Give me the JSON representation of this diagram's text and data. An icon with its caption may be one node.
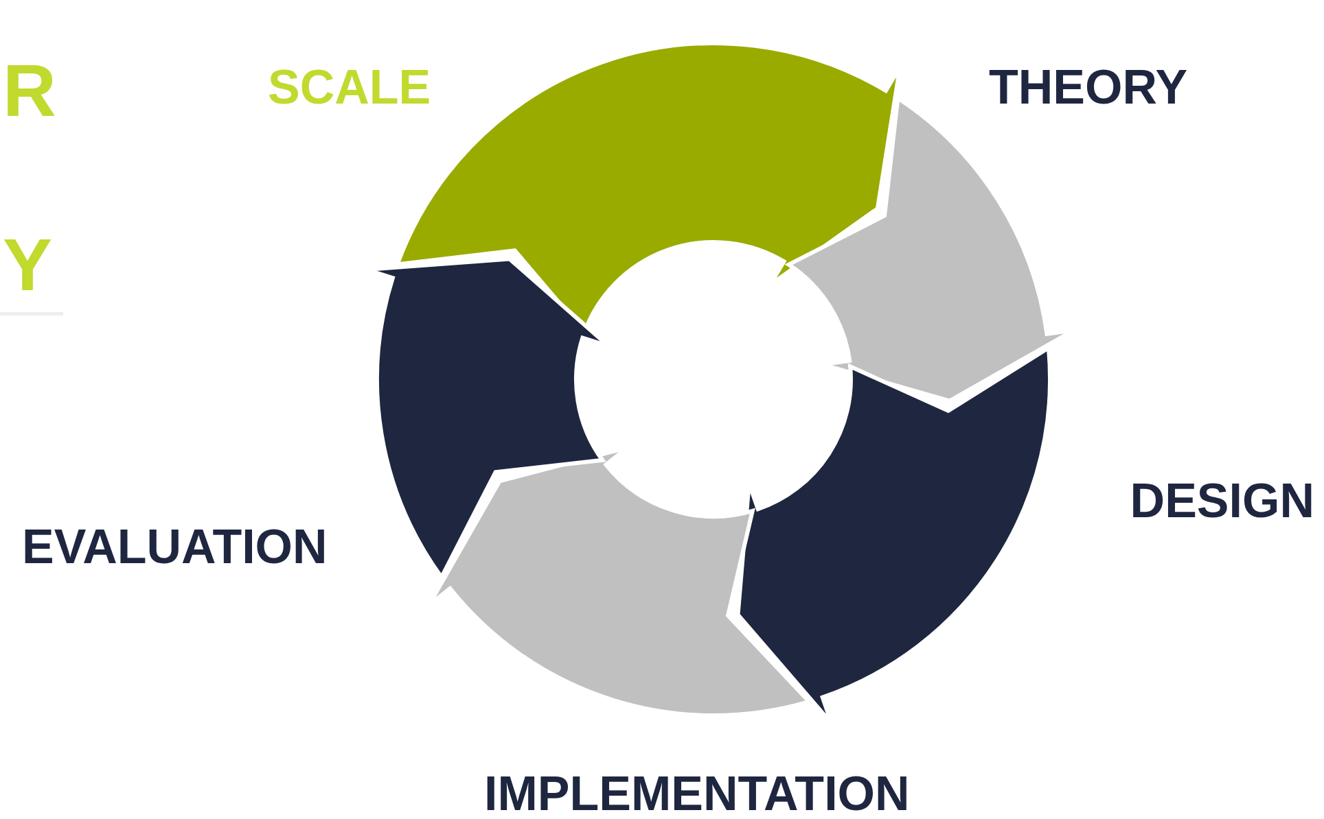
{
  "diagram": {
    "nodes": [
      {
        "text": [
          "SCALE"
        ]
      },
      {
        "text": [
          "THEORY"
        ]
      },
      {
        "text": [
          "DESIGN"
        ]
      },
      {
        "text": [
          "EVALUATION"
        ]
      },
      {
        "text": [
          "IMPLEMENTATION"
        ]
      }
    ],
    "edges": [
      {
        "from": 0,
        "to": 1,
        "arrow": "to",
        "style": "thick",
        "color": "#9aab00"
      },
      {
        "from": 1,
        "to": 2,
        "arrow": "to",
        "style": "thick",
        "color": "#c0c0c0"
      },
      {
        "from": 2,
        "to": 4,
        "arrow": "to",
        "style": "thick",
        "color": "#1f2640"
      },
      {
        "from": 4,
        "to": 3,
        "arrow": "to",
        "style": "thick",
        "color": "#c0c0c0"
      },
      {
        "from": 3,
        "to": 0,
        "arrow": "to",
        "style": "thick",
        "color": "#1f2640"
      }
    ],
    "labels": [
      "R",
      "Y"
    ]
  }
}
